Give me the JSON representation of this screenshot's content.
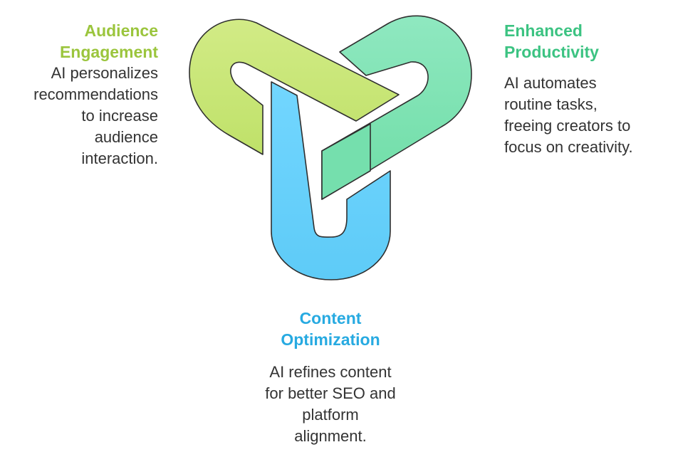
{
  "colors": {
    "audience": "#9BC53D",
    "productivity": "#3CC382",
    "content": "#27AAE1",
    "audience_fill": "#C9E779",
    "productivity_fill": "#86E5B9",
    "content_fill": "#6CD2FC",
    "stroke": "#2F2F2F"
  },
  "sections": {
    "audience": {
      "title_lines": [
        "Audience",
        "Engagement"
      ],
      "desc_lines": [
        "AI personalizes",
        "recommendations",
        "to increase",
        "audience",
        "interaction."
      ]
    },
    "productivity": {
      "title_lines": [
        "Enhanced",
        "Productivity"
      ],
      "desc_lines": [
        "AI automates",
        "routine tasks,",
        "freeing creators to",
        "focus on creativity."
      ]
    },
    "content": {
      "title_lines": [
        "Content",
        "Optimization"
      ],
      "desc_lines": [
        "AI refines content",
        "for better SEO and",
        "platform",
        "alignment."
      ]
    }
  }
}
